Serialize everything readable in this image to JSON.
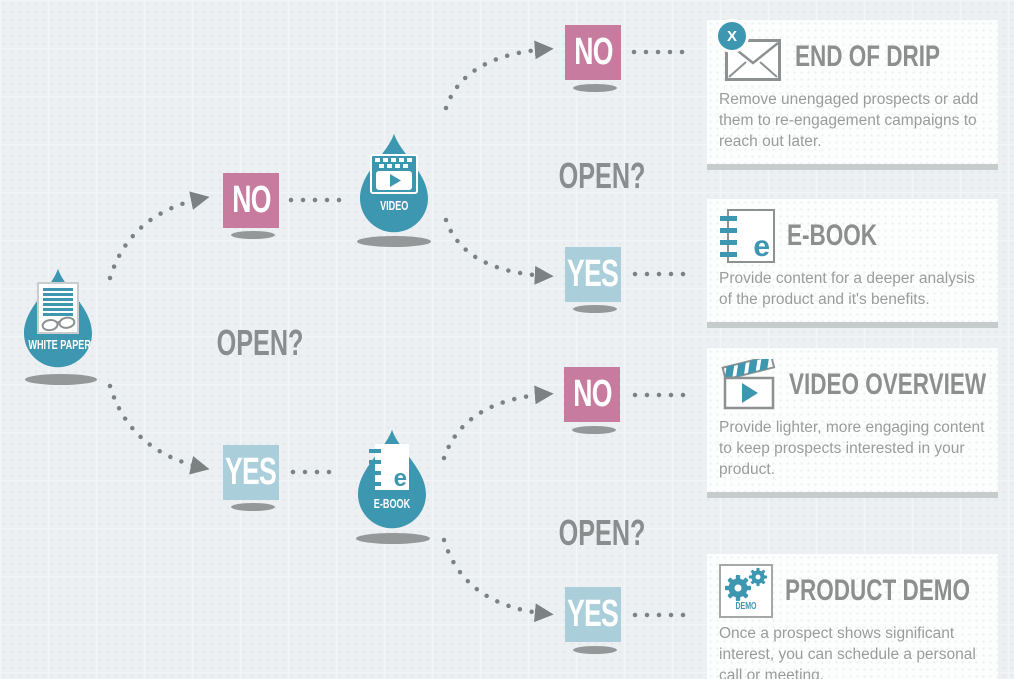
{
  "colors": {
    "teal": "#3e97b1",
    "pink": "#c77b9f",
    "light_blue": "#abcedb",
    "arrow_gray": "#7c8182",
    "title_gray": "#8d8f8f",
    "description_gray": "#9a9c9c",
    "background": "#edf0f2",
    "shadow_gray": "#8a8e8f"
  },
  "flow": {
    "droplets": {
      "white_paper": "WHITE PAPER",
      "video": "VIDEO",
      "ebook": "E-BOOK"
    },
    "no_label": "NO",
    "yes_label": "YES",
    "open_label": "OPEN?"
  },
  "icons": {
    "ebook_letter": "e",
    "demo_label": "DEMO",
    "close_badge": "X"
  },
  "cards": [
    {
      "icon": "end-of-drip-envelope-icon",
      "title": "END OF DRIP",
      "description": "Remove unengaged prospects or add them to re-engagement campaigns to reach out later."
    },
    {
      "icon": "ebook-icon",
      "title": "E-BOOK",
      "description": "Provide content for a deeper analysis of the product and it's benefits."
    },
    {
      "icon": "video-clapperboard-icon",
      "title": "VIDEO OVERVIEW",
      "description": "Provide lighter, more engaging content to keep prospects interested in your product."
    },
    {
      "icon": "product-demo-gears-icon",
      "title": "PRODUCT DEMO",
      "description": "Once a prospect shows significant interest, you can schedule a personal call or meeting."
    }
  ]
}
